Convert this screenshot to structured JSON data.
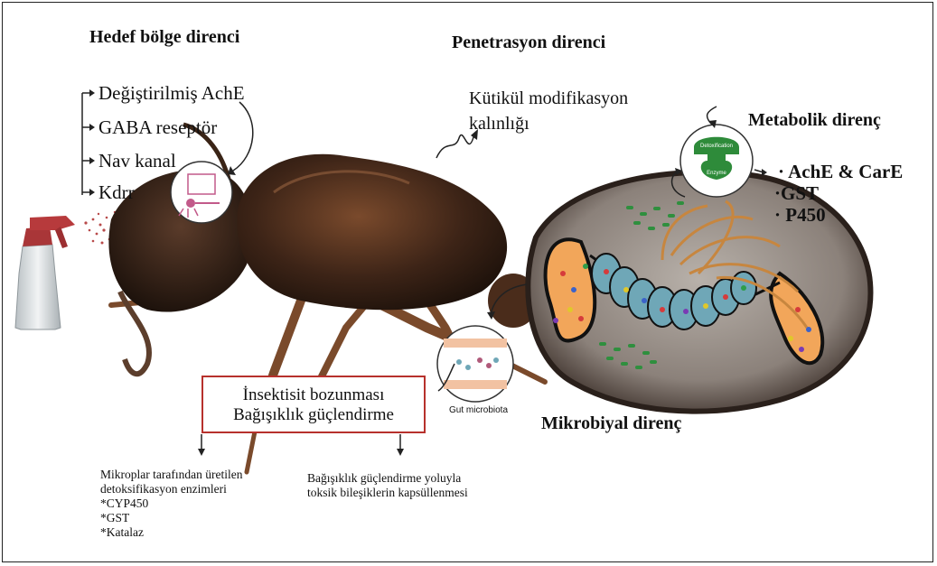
{
  "headings": {
    "target_site": "Hedef bölge direnci",
    "penetration": "Penetrasyon direnci",
    "metabolic": "Metabolik direnç",
    "microbial": "Mikrobiyal direnç"
  },
  "target_site_items": [
    "Değiştirilmiş AchE",
    "GABA reseptör",
    "Nav kanal",
    "Kdrr"
  ],
  "penetration_text": [
    "Kütikül modifikasyon",
    "kalınlığı"
  ],
  "metabolic_items": [
    "AchE & CarE",
    "GST",
    "P450"
  ],
  "enzyme_icon": {
    "top_text": "Detoxification",
    "bottom_text": "Enzyme",
    "color": "#2e8b3a"
  },
  "gut_label": "Gut microbiota",
  "mechanism_box": {
    "line1": "İnsektisit bozunması",
    "line2": "Bağışıklık güçlendirme",
    "border_color": "#b7312c"
  },
  "left_note": [
    "Mikroplar tarafından üretilen",
    "detoksifikasyon enzimleri",
    "*CYP450",
    "*GST",
    "*Katalaz"
  ],
  "right_note": [
    "Bağışıklık güçlendirme yoluyla",
    "toksik bileşiklerin kapsüllenmesi"
  ]
}
